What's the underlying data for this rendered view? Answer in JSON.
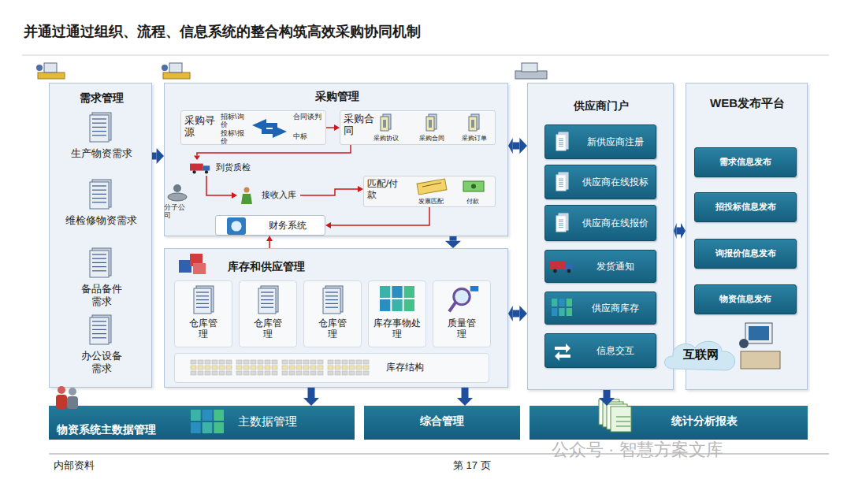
{
  "diagram": {
    "title": "并通过通过组织、流程、信息系统的整合构筑高效采购协同机制",
    "nodes": [
      {
        "text": [
          "需求管理"
        ]
      },
      {
        "text": [
          "生产物资需求"
        ],
        "in": 0
      },
      {
        "text": [
          "维检修物资需求"
        ],
        "in": 0
      },
      {
        "text": [
          "备品备件需求"
        ],
        "in": 0
      },
      {
        "text": [
          "办公设备需求"
        ],
        "in": 0
      },
      {
        "text": [
          "采购管理"
        ]
      },
      {
        "text": [
          "采购寻源",
          "招标\\询价",
          "投标\\报价",
          "合同谈判",
          "中标"
        ],
        "in": 5
      },
      {
        "text": [
          "采购合同",
          "采购协议",
          "采购合同",
          "采购订单"
        ],
        "in": 5
      },
      {
        "text": [
          "到货质检"
        ],
        "in": 5
      },
      {
        "text": [
          "接收入库"
        ],
        "in": 5
      },
      {
        "text": [
          "匹配/付款",
          "发票匹配",
          "付款"
        ],
        "in": 5
      },
      {
        "text": [
          "财务系统"
        ],
        "in": 5
      },
      {
        "text": [
          "库存和供应管理"
        ]
      },
      {
        "text": [
          "仓库管理"
        ],
        "in": 12
      },
      {
        "text": [
          "仓库管理"
        ],
        "in": 12
      },
      {
        "text": [
          "仓库管理"
        ],
        "in": 12
      },
      {
        "text": [
          "库存事物处理"
        ],
        "in": 12
      },
      {
        "text": [
          "质量管理"
        ],
        "in": 12
      },
      {
        "text": [
          "库存结构"
        ],
        "in": 12
      },
      {
        "text": [
          "供应商门户"
        ]
      },
      {
        "text": [
          "新供应商注册"
        ],
        "in": 19
      },
      {
        "text": [
          "供应商在线投标"
        ],
        "in": 19
      },
      {
        "text": [
          "供应商在线报价"
        ],
        "in": 19
      },
      {
        "text": [
          "发货通知"
        ],
        "in": 19
      },
      {
        "text": [
          "供应商库存"
        ],
        "in": 19
      },
      {
        "text": [
          "信息交互"
        ],
        "in": 19
      },
      {
        "text": [
          "WEB发布平台"
        ]
      },
      {
        "text": [
          "需求信息发布"
        ],
        "in": 26
      },
      {
        "text": [
          "招投标信息发布"
        ],
        "in": 26
      },
      {
        "text": [
          "询报价信息发布"
        ],
        "in": 26
      },
      {
        "text": [
          "物资信息发布"
        ],
        "in": 26
      },
      {
        "text": [
          "互联网"
        ]
      },
      {
        "text": [
          "物资系统主数据管理",
          "主数据管理"
        ]
      },
      {
        "text": [
          "综合管理"
        ]
      },
      {
        "text": [
          "统计分析报表"
        ]
      }
    ],
    "edges": [
      {
        "from": 0,
        "to": 5,
        "arrow": "to"
      },
      {
        "from": 5,
        "to": 19,
        "arrow": "both"
      },
      {
        "from": 12,
        "to": 19,
        "arrow": "both"
      },
      {
        "from": 19,
        "to": 26,
        "arrow": "both"
      },
      {
        "from": 5,
        "to": 12,
        "arrow": "to"
      },
      {
        "from": 6,
        "to": 7,
        "arrow": "to"
      },
      {
        "from": 7,
        "to": 8,
        "arrow": "to"
      },
      {
        "from": 8,
        "to": 9,
        "arrow": "to"
      },
      {
        "from": 9,
        "to": 10,
        "arrow": "to"
      },
      {
        "from": 10,
        "to": 11,
        "arrow": "to"
      },
      {
        "from": 12,
        "to": 11,
        "arrow": "to"
      },
      {
        "from": 12,
        "to": 32,
        "arrow": "to"
      },
      {
        "from": 12,
        "to": 33,
        "arrow": "to"
      },
      {
        "from": 19,
        "to": 34,
        "arrow": "to"
      }
    ],
    "labels": [
      "分子公司",
      "内部资料",
      "第 17 页",
      "公众号 · 智慧方案文库"
    ]
  }
}
